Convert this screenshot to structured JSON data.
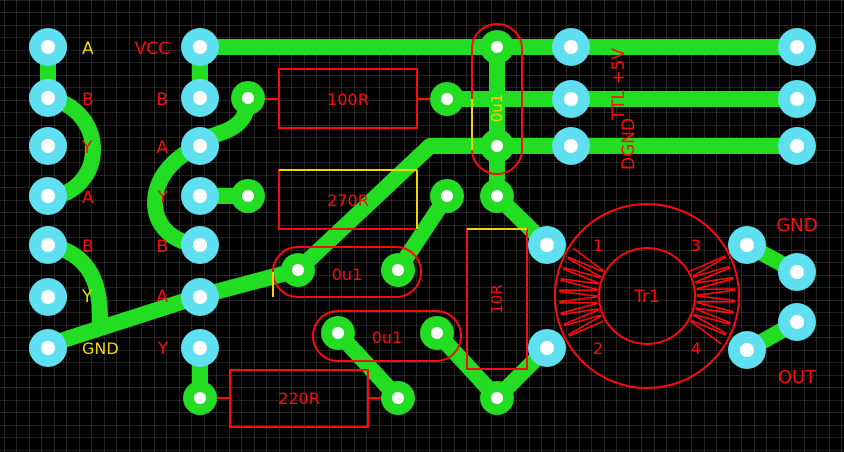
{
  "colors": {
    "background": "#000000",
    "grid": "#5a5a5a",
    "trace": "#22dd22",
    "pad_outer": "#5ee0f0",
    "pad_outer_green": "#22dd22",
    "pad_hole": "#ffffff",
    "silkscreen": "#ff0a0a",
    "silkscreen_yellow": "#f2d400"
  },
  "left_connector_labels": [
    "A",
    "B",
    "Y",
    "A",
    "B",
    "Y",
    "GND"
  ],
  "right_connector_labels": [
    "VCC",
    "B",
    "A",
    "Y",
    "B",
    "A",
    "Y"
  ],
  "resistors": {
    "r1": "100R",
    "r2": "270R",
    "r3": "220R",
    "r4": "10R"
  },
  "capacitors": {
    "c_vertical": "0u1",
    "c1": "0u1",
    "c2": "0u1"
  },
  "transformer": {
    "name": "Tr1",
    "pin1": "1",
    "pin2": "2",
    "pin3": "3",
    "pin4": "4"
  },
  "power_labels": {
    "vcc": "TTL +5V",
    "dgnd": "DGND"
  },
  "output_labels": {
    "gnd": "GND",
    "out": "OUT"
  }
}
